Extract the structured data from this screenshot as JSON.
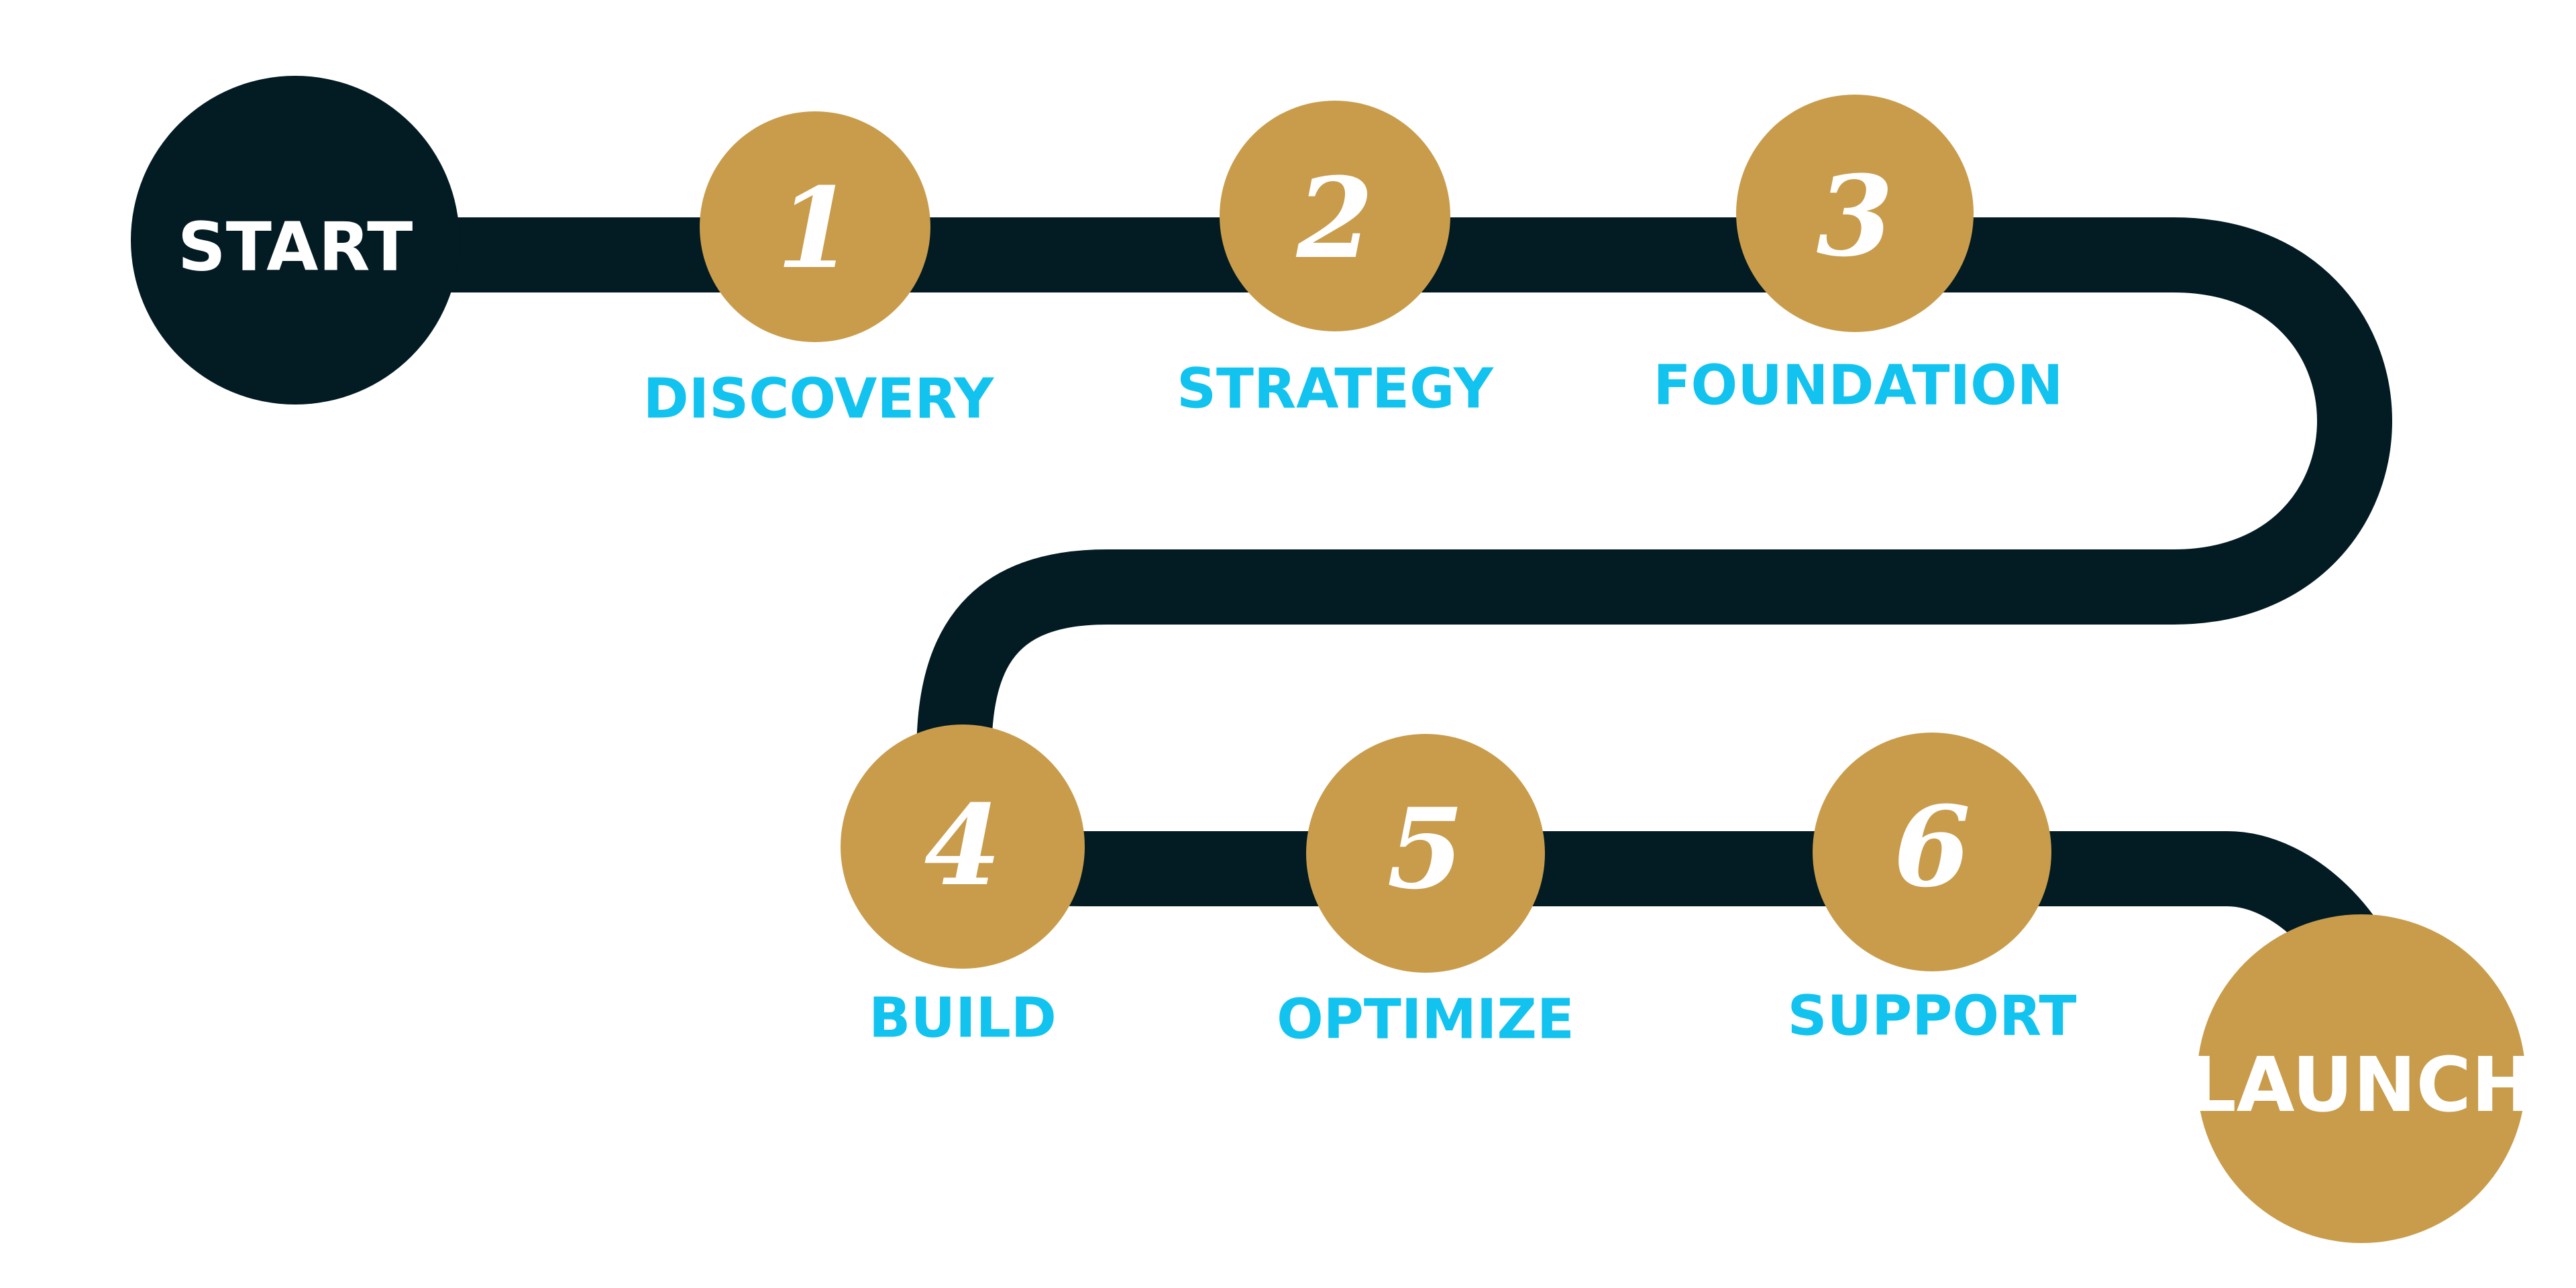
{
  "colors": {
    "road": "#031b22",
    "node_gold": "#c89c4b",
    "start_node": "#031b22",
    "node_text": "#ffffff",
    "label": "#12c3ef",
    "background": "#ffffff"
  },
  "start": {
    "label": "START"
  },
  "end": {
    "label": "LAUNCH"
  },
  "steps": [
    {
      "number": "1",
      "label": "DISCOVERY"
    },
    {
      "number": "2",
      "label": "STRATEGY"
    },
    {
      "number": "3",
      "label": "FOUNDATION"
    },
    {
      "number": "4",
      "label": "BUILD"
    },
    {
      "number": "5",
      "label": "OPTIMIZE"
    },
    {
      "number": "6",
      "label": "SUPPORT"
    }
  ]
}
